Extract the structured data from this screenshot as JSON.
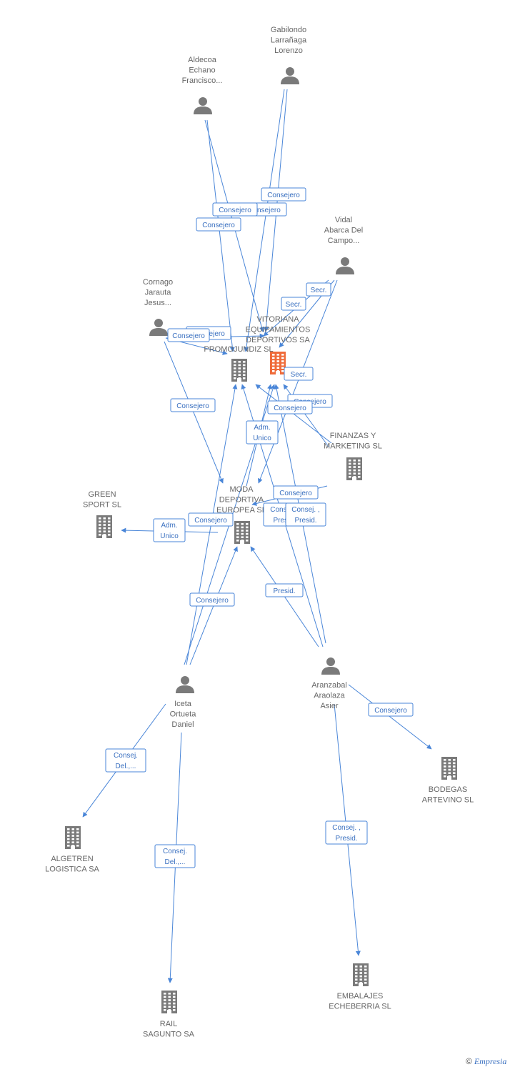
{
  "colors": {
    "edge": "#4a86d8",
    "node": "#7a7a7a",
    "highlight": "#ef6b3a"
  },
  "nodes": [
    {
      "id": "gabilondo",
      "kind": "person",
      "lines": [
        "Gabilondo",
        "Larrañaga",
        "Lorenzo"
      ]
    },
    {
      "id": "aldecoa",
      "kind": "person",
      "lines": [
        "Aldecoa",
        "Echano",
        "Francisco..."
      ]
    },
    {
      "id": "vidal",
      "kind": "person",
      "lines": [
        "Vidal",
        "Abarca Del",
        "Campo..."
      ]
    },
    {
      "id": "cornago",
      "kind": "person",
      "lines": [
        "Cornago",
        "Jarauta",
        "Jesus..."
      ]
    },
    {
      "id": "vitoriana",
      "kind": "company",
      "highlight": true,
      "lines": [
        "VITORIANA",
        "EQUIPAMIENTOS",
        "DEPORTIVOS SA"
      ]
    },
    {
      "id": "promojundiz",
      "kind": "company",
      "lines": [
        "PROMOJUNDIZ SL"
      ]
    },
    {
      "id": "finanzas",
      "kind": "company",
      "lines": [
        "FINANZAS Y",
        "MARKETING SL"
      ]
    },
    {
      "id": "green",
      "kind": "company",
      "lines": [
        "GREEN",
        "SPORT SL"
      ]
    },
    {
      "id": "moda",
      "kind": "company",
      "lines": [
        "MODA",
        "DEPORTIVA",
        "EUROPEA SL"
      ]
    },
    {
      "id": "iceta",
      "kind": "person",
      "lines": [
        "Iceta",
        "Ortueta",
        "Daniel"
      ]
    },
    {
      "id": "aranzabal",
      "kind": "person",
      "lines": [
        "Aranzabal",
        "Araolaza",
        "Asier"
      ]
    },
    {
      "id": "bodegas",
      "kind": "company",
      "lines": [
        "BODEGAS",
        "ARTEVINO SL"
      ]
    },
    {
      "id": "algetren",
      "kind": "company",
      "lines": [
        "ALGETREN",
        "LOGISTICA SA"
      ]
    },
    {
      "id": "rail",
      "kind": "company",
      "lines": [
        "RAIL",
        "SAGUNTO SA"
      ]
    },
    {
      "id": "embalajes",
      "kind": "company",
      "lines": [
        "EMBALAJES",
        "ECHEBERRIA SL"
      ]
    }
  ],
  "edges": [
    {
      "from": "gabilondo",
      "to": "vitoriana",
      "label": [
        "Consejero"
      ]
    },
    {
      "from": "gabilondo",
      "to": "promojundiz",
      "label": [
        "Consejero"
      ]
    },
    {
      "from": "aldecoa",
      "to": "vitoriana",
      "label": [
        "Consejero"
      ]
    },
    {
      "from": "aldecoa",
      "to": "promojundiz",
      "label": [
        "Consejero"
      ]
    },
    {
      "from": "vidal",
      "to": "vitoriana",
      "label": [
        "Secr."
      ]
    },
    {
      "from": "vidal",
      "to": "vitoriana",
      "label": [
        "Secr."
      ]
    },
    {
      "from": "vidal",
      "to": "moda",
      "label": [
        "Secr."
      ]
    },
    {
      "from": "cornago",
      "to": "promojundiz",
      "label": [
        "Consejero"
      ]
    },
    {
      "from": "cornago",
      "to": "vitoriana",
      "label": [
        "Consejero"
      ]
    },
    {
      "from": "cornago",
      "to": "moda",
      "label": [
        "Consejero"
      ]
    },
    {
      "from": "finanzas",
      "to": "promojundiz",
      "label": [
        "Consejero"
      ]
    },
    {
      "from": "finanzas",
      "to": "vitoriana",
      "label": [
        "Consejero"
      ]
    },
    {
      "from": "finanzas",
      "to": "moda",
      "label": [
        "Consejero"
      ]
    },
    {
      "from": "moda",
      "to": "green",
      "label": [
        "Adm.",
        "Unico"
      ]
    },
    {
      "from": "moda",
      "to": "vitoriana",
      "label": [
        "Adm.",
        "Unico"
      ]
    },
    {
      "from": "iceta",
      "to": "promojundiz",
      "label": [
        "Consejero"
      ]
    },
    {
      "from": "iceta",
      "to": "moda",
      "label": [
        "Consejero"
      ]
    },
    {
      "from": "iceta",
      "to": "vitoriana",
      "label": [
        "Consejero"
      ]
    },
    {
      "from": "iceta",
      "to": "algetren",
      "label": [
        "Consej.",
        "Del.,..."
      ]
    },
    {
      "from": "iceta",
      "to": "rail",
      "label": [
        "Consej.",
        "Del.,..."
      ]
    },
    {
      "from": "aranzabal",
      "to": "vitoriana",
      "label": [
        "Consej. ,",
        "Presid."
      ]
    },
    {
      "from": "aranzabal",
      "to": "promojundiz",
      "label": [
        "Consej. ,",
        "Presid."
      ]
    },
    {
      "from": "aranzabal",
      "to": "moda",
      "label": [
        "Presid."
      ]
    },
    {
      "from": "aranzabal",
      "to": "bodegas",
      "label": [
        "Consejero"
      ]
    },
    {
      "from": "aranzabal",
      "to": "embalajes",
      "label": [
        "Consej. ,",
        "Presid."
      ]
    }
  ],
  "footer": {
    "copyright": "©",
    "brand": "Empresia"
  }
}
